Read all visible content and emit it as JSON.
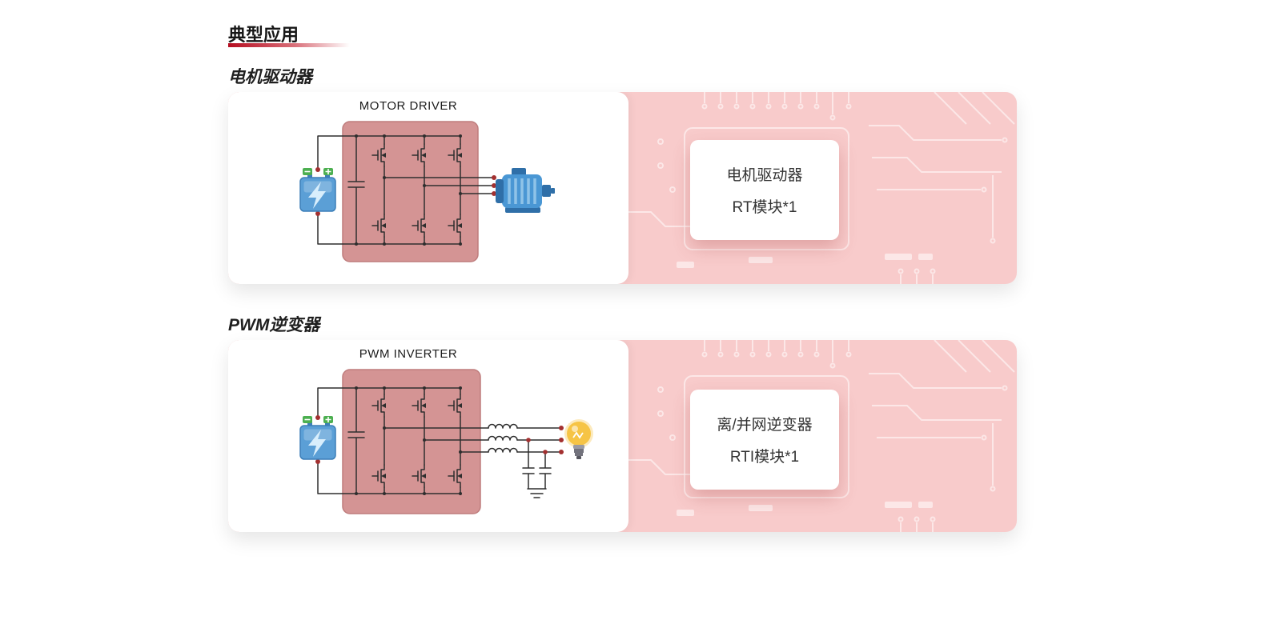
{
  "page": {
    "title": "典型应用"
  },
  "sections": [
    {
      "id": "motor-driver",
      "heading": "电机驱动器",
      "diagram_title": "MOTOR DRIVER",
      "info_card": {
        "line1": "电机驱动器",
        "line2": "RT模块*1"
      }
    },
    {
      "id": "pwm-inverter",
      "heading": "PWM逆变器",
      "diagram_title": "PWM INVERTER",
      "info_card": {
        "line1": "离/并网逆变器",
        "line2": "RTI模块*1"
      }
    }
  ],
  "icons": {
    "battery": "battery-icon",
    "capacitor": "capacitor-symbol",
    "mosfet": "mosfet-symbol",
    "motor": "motor-icon",
    "inductor": "inductor-symbol",
    "ground": "ground-symbol",
    "bulb": "light-bulb-icon",
    "pcb_pattern": "circuit-pattern-background"
  },
  "colors": {
    "accent": "#b50d20",
    "panel_pink": "#f8cbcb",
    "pattern_line": "rgba(255,255,255,0.55)",
    "block_pink": "#d49494",
    "block_stroke": "#bf7d7d",
    "wire": "#2e2e2e",
    "dot_red": "#a33030",
    "battery_blue": "#5b9fd6",
    "battery_dark": "#3d7fb8",
    "green": "#4caf50",
    "motor_blue": "#4a97d4",
    "motor_dark": "#2f6fa8",
    "bulb_yellow": "#f6c445"
  }
}
